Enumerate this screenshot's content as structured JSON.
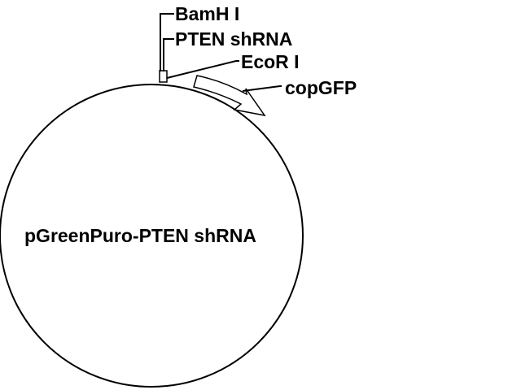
{
  "plasmid": {
    "name": "pGreenPuro-PTEN shRNA"
  },
  "features": {
    "bamhi": "BamH I",
    "shrna": "PTEN shRNA",
    "ecori": "EcoR I",
    "copgfp": "copGFP"
  },
  "colors": {
    "line": "#000000",
    "background": "#ffffff"
  }
}
